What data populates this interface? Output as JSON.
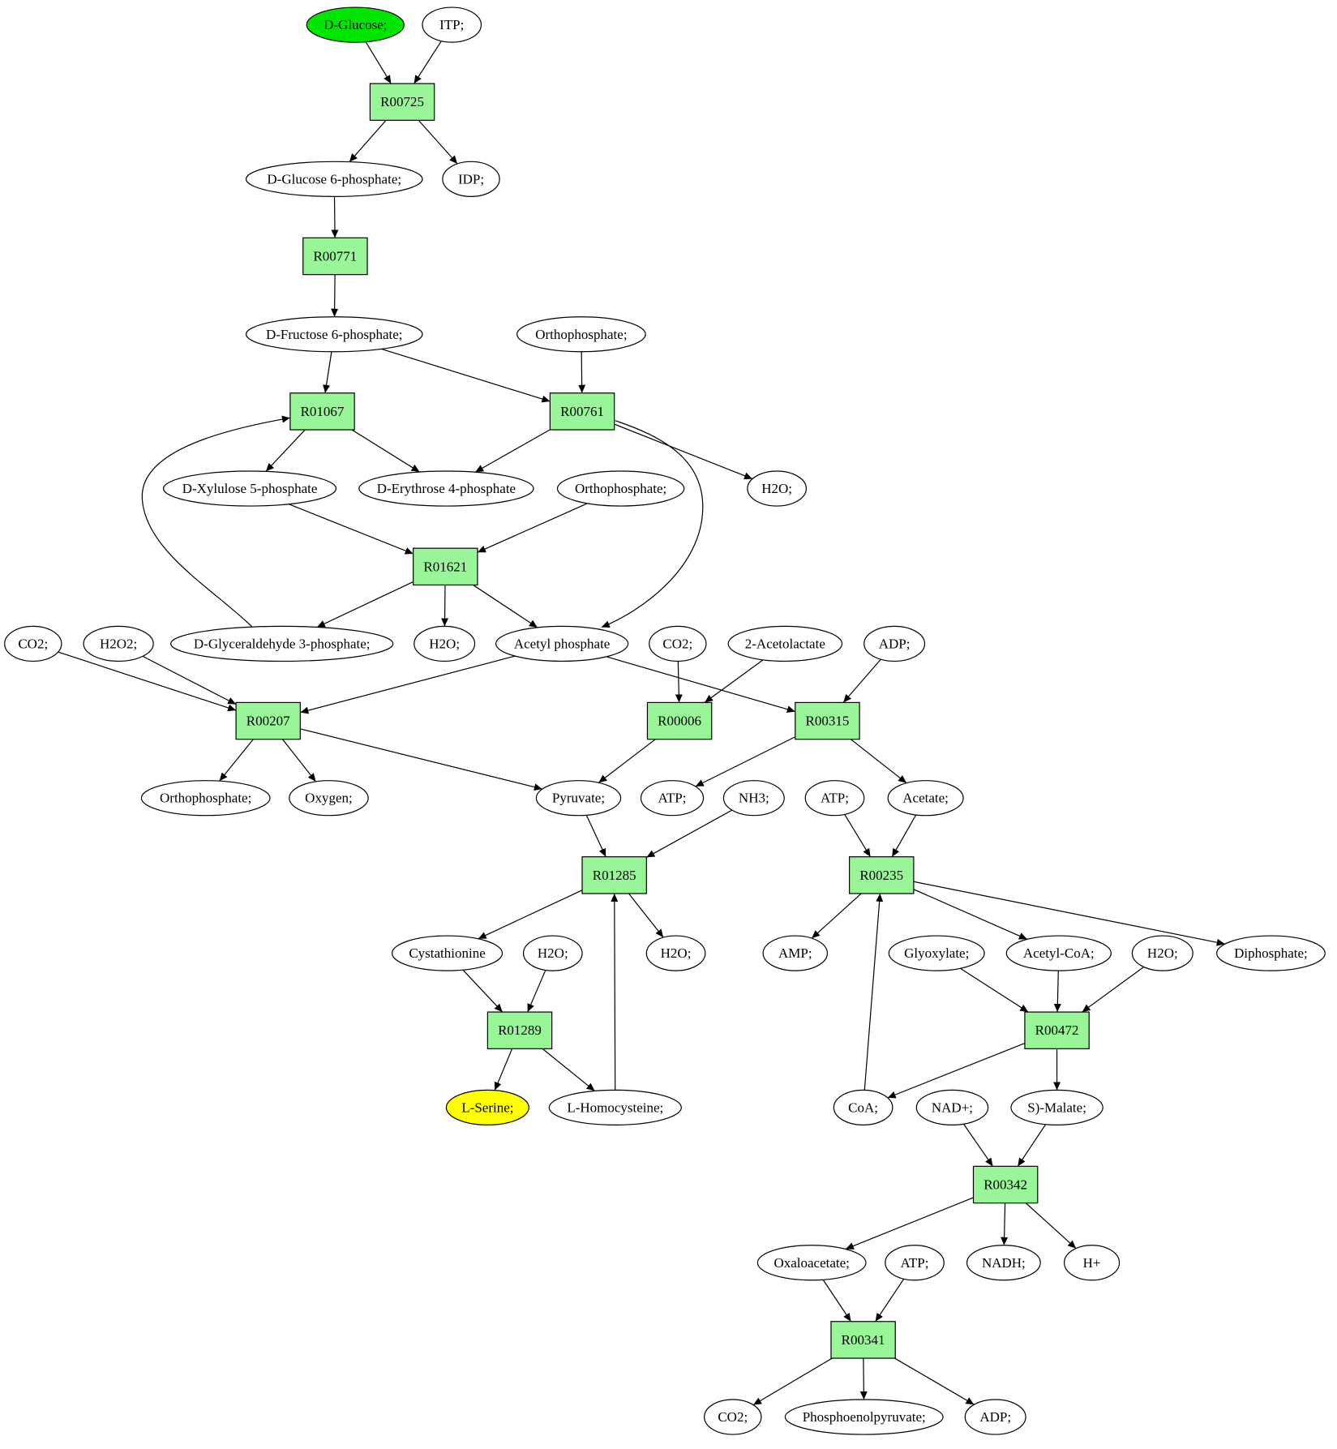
{
  "colors": {
    "reaction_fill": "#98f598",
    "source_fill": "#00e600",
    "target_fill": "#ffff00",
    "compound_fill": "#ffffff"
  },
  "nodes": [
    {
      "id": "glc",
      "label": "D-Glucose;",
      "kind": "source"
    },
    {
      "id": "itp",
      "label": "ITP;",
      "kind": "compound"
    },
    {
      "id": "r00725",
      "label": "R00725",
      "kind": "reaction"
    },
    {
      "id": "g6p",
      "label": "D-Glucose 6-phosphate;",
      "kind": "compound"
    },
    {
      "id": "idp",
      "label": "IDP;",
      "kind": "compound"
    },
    {
      "id": "r00771",
      "label": "R00771",
      "kind": "reaction"
    },
    {
      "id": "f6p",
      "label": "D-Fructose 6-phosphate;",
      "kind": "compound"
    },
    {
      "id": "pi1",
      "label": "Orthophosphate;",
      "kind": "compound"
    },
    {
      "id": "r01067",
      "label": "R01067",
      "kind": "reaction"
    },
    {
      "id": "r00761",
      "label": "R00761",
      "kind": "reaction"
    },
    {
      "id": "x5p",
      "label": "D-Xylulose 5-phosphate",
      "kind": "compound"
    },
    {
      "id": "e4p",
      "label": "D-Erythrose 4-phosphate",
      "kind": "compound"
    },
    {
      "id": "pi2",
      "label": "Orthophosphate;",
      "kind": "compound"
    },
    {
      "id": "h2o1",
      "label": "H2O;",
      "kind": "compound"
    },
    {
      "id": "r01621",
      "label": "R01621",
      "kind": "reaction"
    },
    {
      "id": "co2a",
      "label": "CO2;",
      "kind": "compound"
    },
    {
      "id": "h2o2",
      "label": "H2O2;",
      "kind": "compound"
    },
    {
      "id": "gap",
      "label": "D-Glyceraldehyde 3-phosphate;",
      "kind": "compound"
    },
    {
      "id": "h2o3",
      "label": "H2O;",
      "kind": "compound"
    },
    {
      "id": "acp",
      "label": "Acetyl phosphate",
      "kind": "compound"
    },
    {
      "id": "co2b",
      "label": "CO2;",
      "kind": "compound"
    },
    {
      "id": "acl",
      "label": "2-Acetolactate",
      "kind": "compound"
    },
    {
      "id": "adp1",
      "label": "ADP;",
      "kind": "compound"
    },
    {
      "id": "r00207",
      "label": "R00207",
      "kind": "reaction"
    },
    {
      "id": "r00006",
      "label": "R00006",
      "kind": "reaction"
    },
    {
      "id": "r00315",
      "label": "R00315",
      "kind": "reaction"
    },
    {
      "id": "pi3",
      "label": "Orthophosphate;",
      "kind": "compound"
    },
    {
      "id": "oxy",
      "label": "Oxygen;",
      "kind": "compound"
    },
    {
      "id": "pyr",
      "label": "Pyruvate;",
      "kind": "compound"
    },
    {
      "id": "atp1",
      "label": "ATP;",
      "kind": "compound"
    },
    {
      "id": "nh3",
      "label": "NH3;",
      "kind": "compound"
    },
    {
      "id": "atp2",
      "label": "ATP;",
      "kind": "compound"
    },
    {
      "id": "ace",
      "label": "Acetate;",
      "kind": "compound"
    },
    {
      "id": "r01285",
      "label": "R01285",
      "kind": "reaction"
    },
    {
      "id": "r00235",
      "label": "R00235",
      "kind": "reaction"
    },
    {
      "id": "cth",
      "label": "Cystathionine",
      "kind": "compound"
    },
    {
      "id": "h2o4",
      "label": "H2O;",
      "kind": "compound"
    },
    {
      "id": "h2o5",
      "label": "H2O;",
      "kind": "compound"
    },
    {
      "id": "amp",
      "label": "AMP;",
      "kind": "compound"
    },
    {
      "id": "glx",
      "label": "Glyoxylate;",
      "kind": "compound"
    },
    {
      "id": "acoa",
      "label": "Acetyl-CoA;",
      "kind": "compound"
    },
    {
      "id": "h2o6",
      "label": "H2O;",
      "kind": "compound"
    },
    {
      "id": "ppi",
      "label": "Diphosphate;",
      "kind": "compound"
    },
    {
      "id": "r01289",
      "label": "R01289",
      "kind": "reaction"
    },
    {
      "id": "r00472",
      "label": "R00472",
      "kind": "reaction"
    },
    {
      "id": "ser",
      "label": "L-Serine;",
      "kind": "target"
    },
    {
      "id": "hcy",
      "label": "L-Homocysteine;",
      "kind": "compound"
    },
    {
      "id": "coa",
      "label": "CoA;",
      "kind": "compound"
    },
    {
      "id": "nad",
      "label": "NAD+;",
      "kind": "compound"
    },
    {
      "id": "mal",
      "label": "S)-Malate;",
      "kind": "compound"
    },
    {
      "id": "r00342",
      "label": "R00342",
      "kind": "reaction"
    },
    {
      "id": "oaa",
      "label": "Oxaloacetate;",
      "kind": "compound"
    },
    {
      "id": "atp3",
      "label": "ATP;",
      "kind": "compound"
    },
    {
      "id": "nadh",
      "label": "NADH;",
      "kind": "compound"
    },
    {
      "id": "hplus",
      "label": "H+",
      "kind": "compound"
    },
    {
      "id": "r00341",
      "label": "R00341",
      "kind": "reaction"
    },
    {
      "id": "co2c",
      "label": "CO2;",
      "kind": "compound"
    },
    {
      "id": "pep",
      "label": "Phosphoenolpyruvate;",
      "kind": "compound"
    },
    {
      "id": "adp2",
      "label": "ADP;",
      "kind": "compound"
    }
  ],
  "edges": [
    {
      "from": "glc",
      "to": "r00725"
    },
    {
      "from": "itp",
      "to": "r00725"
    },
    {
      "from": "r00725",
      "to": "g6p"
    },
    {
      "from": "r00725",
      "to": "idp"
    },
    {
      "from": "g6p",
      "to": "r00771"
    },
    {
      "from": "r00771",
      "to": "f6p"
    },
    {
      "from": "f6p",
      "to": "r01067"
    },
    {
      "from": "f6p",
      "to": "r00761"
    },
    {
      "from": "pi1",
      "to": "r00761"
    },
    {
      "from": "r01067",
      "to": "x5p"
    },
    {
      "from": "r01067",
      "to": "e4p"
    },
    {
      "from": "r00761",
      "to": "e4p"
    },
    {
      "from": "r00761",
      "to": "h2o1"
    },
    {
      "from": "r00761",
      "to": "acp"
    },
    {
      "from": "x5p",
      "to": "r01621"
    },
    {
      "from": "pi2",
      "to": "r01621"
    },
    {
      "from": "r01621",
      "to": "gap"
    },
    {
      "from": "r01621",
      "to": "h2o3"
    },
    {
      "from": "r01621",
      "to": "acp"
    },
    {
      "from": "gap",
      "to": "r01067"
    },
    {
      "from": "co2a",
      "to": "r00207"
    },
    {
      "from": "h2o2",
      "to": "r00207"
    },
    {
      "from": "acp",
      "to": "r00207"
    },
    {
      "from": "acp",
      "to": "r00315"
    },
    {
      "from": "co2b",
      "to": "r00006"
    },
    {
      "from": "acl",
      "to": "r00006"
    },
    {
      "from": "adp1",
      "to": "r00315"
    },
    {
      "from": "r00207",
      "to": "pi3"
    },
    {
      "from": "r00207",
      "to": "oxy"
    },
    {
      "from": "r00207",
      "to": "pyr"
    },
    {
      "from": "r00006",
      "to": "pyr"
    },
    {
      "from": "r00315",
      "to": "atp1"
    },
    {
      "from": "r00315",
      "to": "ace"
    },
    {
      "from": "pyr",
      "to": "r01285"
    },
    {
      "from": "nh3",
      "to": "r01285"
    },
    {
      "from": "atp2",
      "to": "r00235"
    },
    {
      "from": "ace",
      "to": "r00235"
    },
    {
      "from": "r01285",
      "to": "cth"
    },
    {
      "from": "r01285",
      "to": "h2o5"
    },
    {
      "from": "hcy",
      "to": "r01285"
    },
    {
      "from": "r00235",
      "to": "amp"
    },
    {
      "from": "r00235",
      "to": "acoa"
    },
    {
      "from": "r00235",
      "to": "ppi"
    },
    {
      "from": "coa",
      "to": "r00235"
    },
    {
      "from": "cth",
      "to": "r01289"
    },
    {
      "from": "h2o4",
      "to": "r01289"
    },
    {
      "from": "glx",
      "to": "r00472"
    },
    {
      "from": "acoa",
      "to": "r00472"
    },
    {
      "from": "h2o6",
      "to": "r00472"
    },
    {
      "from": "r01289",
      "to": "ser"
    },
    {
      "from": "r01289",
      "to": "hcy"
    },
    {
      "from": "r00472",
      "to": "coa"
    },
    {
      "from": "r00472",
      "to": "mal"
    },
    {
      "from": "nad",
      "to": "r00342"
    },
    {
      "from": "mal",
      "to": "r00342"
    },
    {
      "from": "r00342",
      "to": "oaa"
    },
    {
      "from": "r00342",
      "to": "nadh"
    },
    {
      "from": "r00342",
      "to": "hplus"
    },
    {
      "from": "oaa",
      "to": "r00341"
    },
    {
      "from": "atp3",
      "to": "r00341"
    },
    {
      "from": "r00341",
      "to": "co2c"
    },
    {
      "from": "r00341",
      "to": "pep"
    },
    {
      "from": "r00341",
      "to": "adp2"
    }
  ]
}
